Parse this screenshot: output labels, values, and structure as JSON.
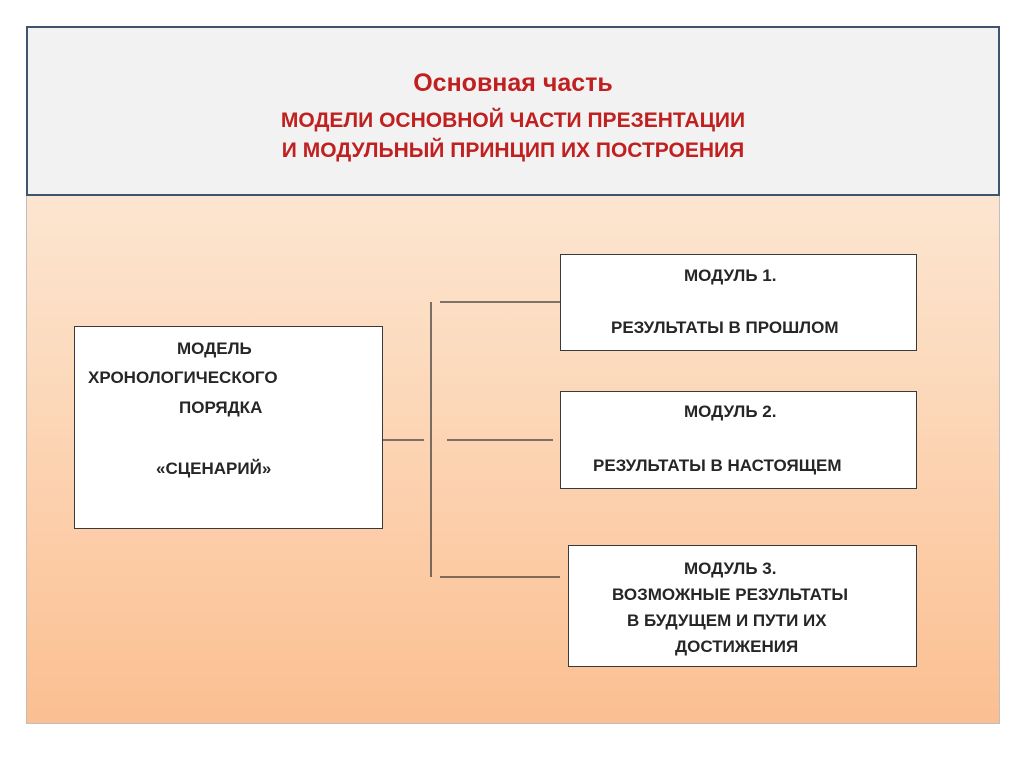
{
  "header": {
    "title": "Основная часть",
    "subtitle_line1": "МОДЕЛИ  ОСНОВНОЙ ЧАСТИ ПРЕЗЕНТАЦИИ",
    "subtitle_line2": "И МОДУЛЬНЫЙ ПРИНЦИП ИХ ПОСТРОЕНИЯ"
  },
  "model": {
    "line1": "МОДЕЛЬ",
    "line2": "ХРОНОЛОГИЧЕСКОГО",
    "line3": "ПОРЯДКА",
    "line4": "«СЦЕНАРИЙ»"
  },
  "modules": [
    {
      "heading": "МОДУЛЬ 1.",
      "text": "РЕЗУЛЬТАТЫ В ПРОШЛОМ"
    },
    {
      "heading": "МОДУЛЬ 2.",
      "text": "РЕЗУЛЬТАТЫ В НАСТОЯЩЕМ"
    },
    {
      "heading": "МОДУЛЬ 3.",
      "text_line1": "ВОЗМОЖНЫЕ РЕЗУЛЬТАТЫ",
      "text_line2": "В БУДУЩЕМ И ПУТИ ИХ",
      "text_line3": "ДОСТИЖЕНИЯ"
    }
  ],
  "colors": {
    "title": "#c0201f",
    "header_border": "#41546f",
    "header_bg": "#f2f2f2",
    "gradient_top": "#fdf0e4",
    "gradient_bottom": "#fbbf91"
  }
}
